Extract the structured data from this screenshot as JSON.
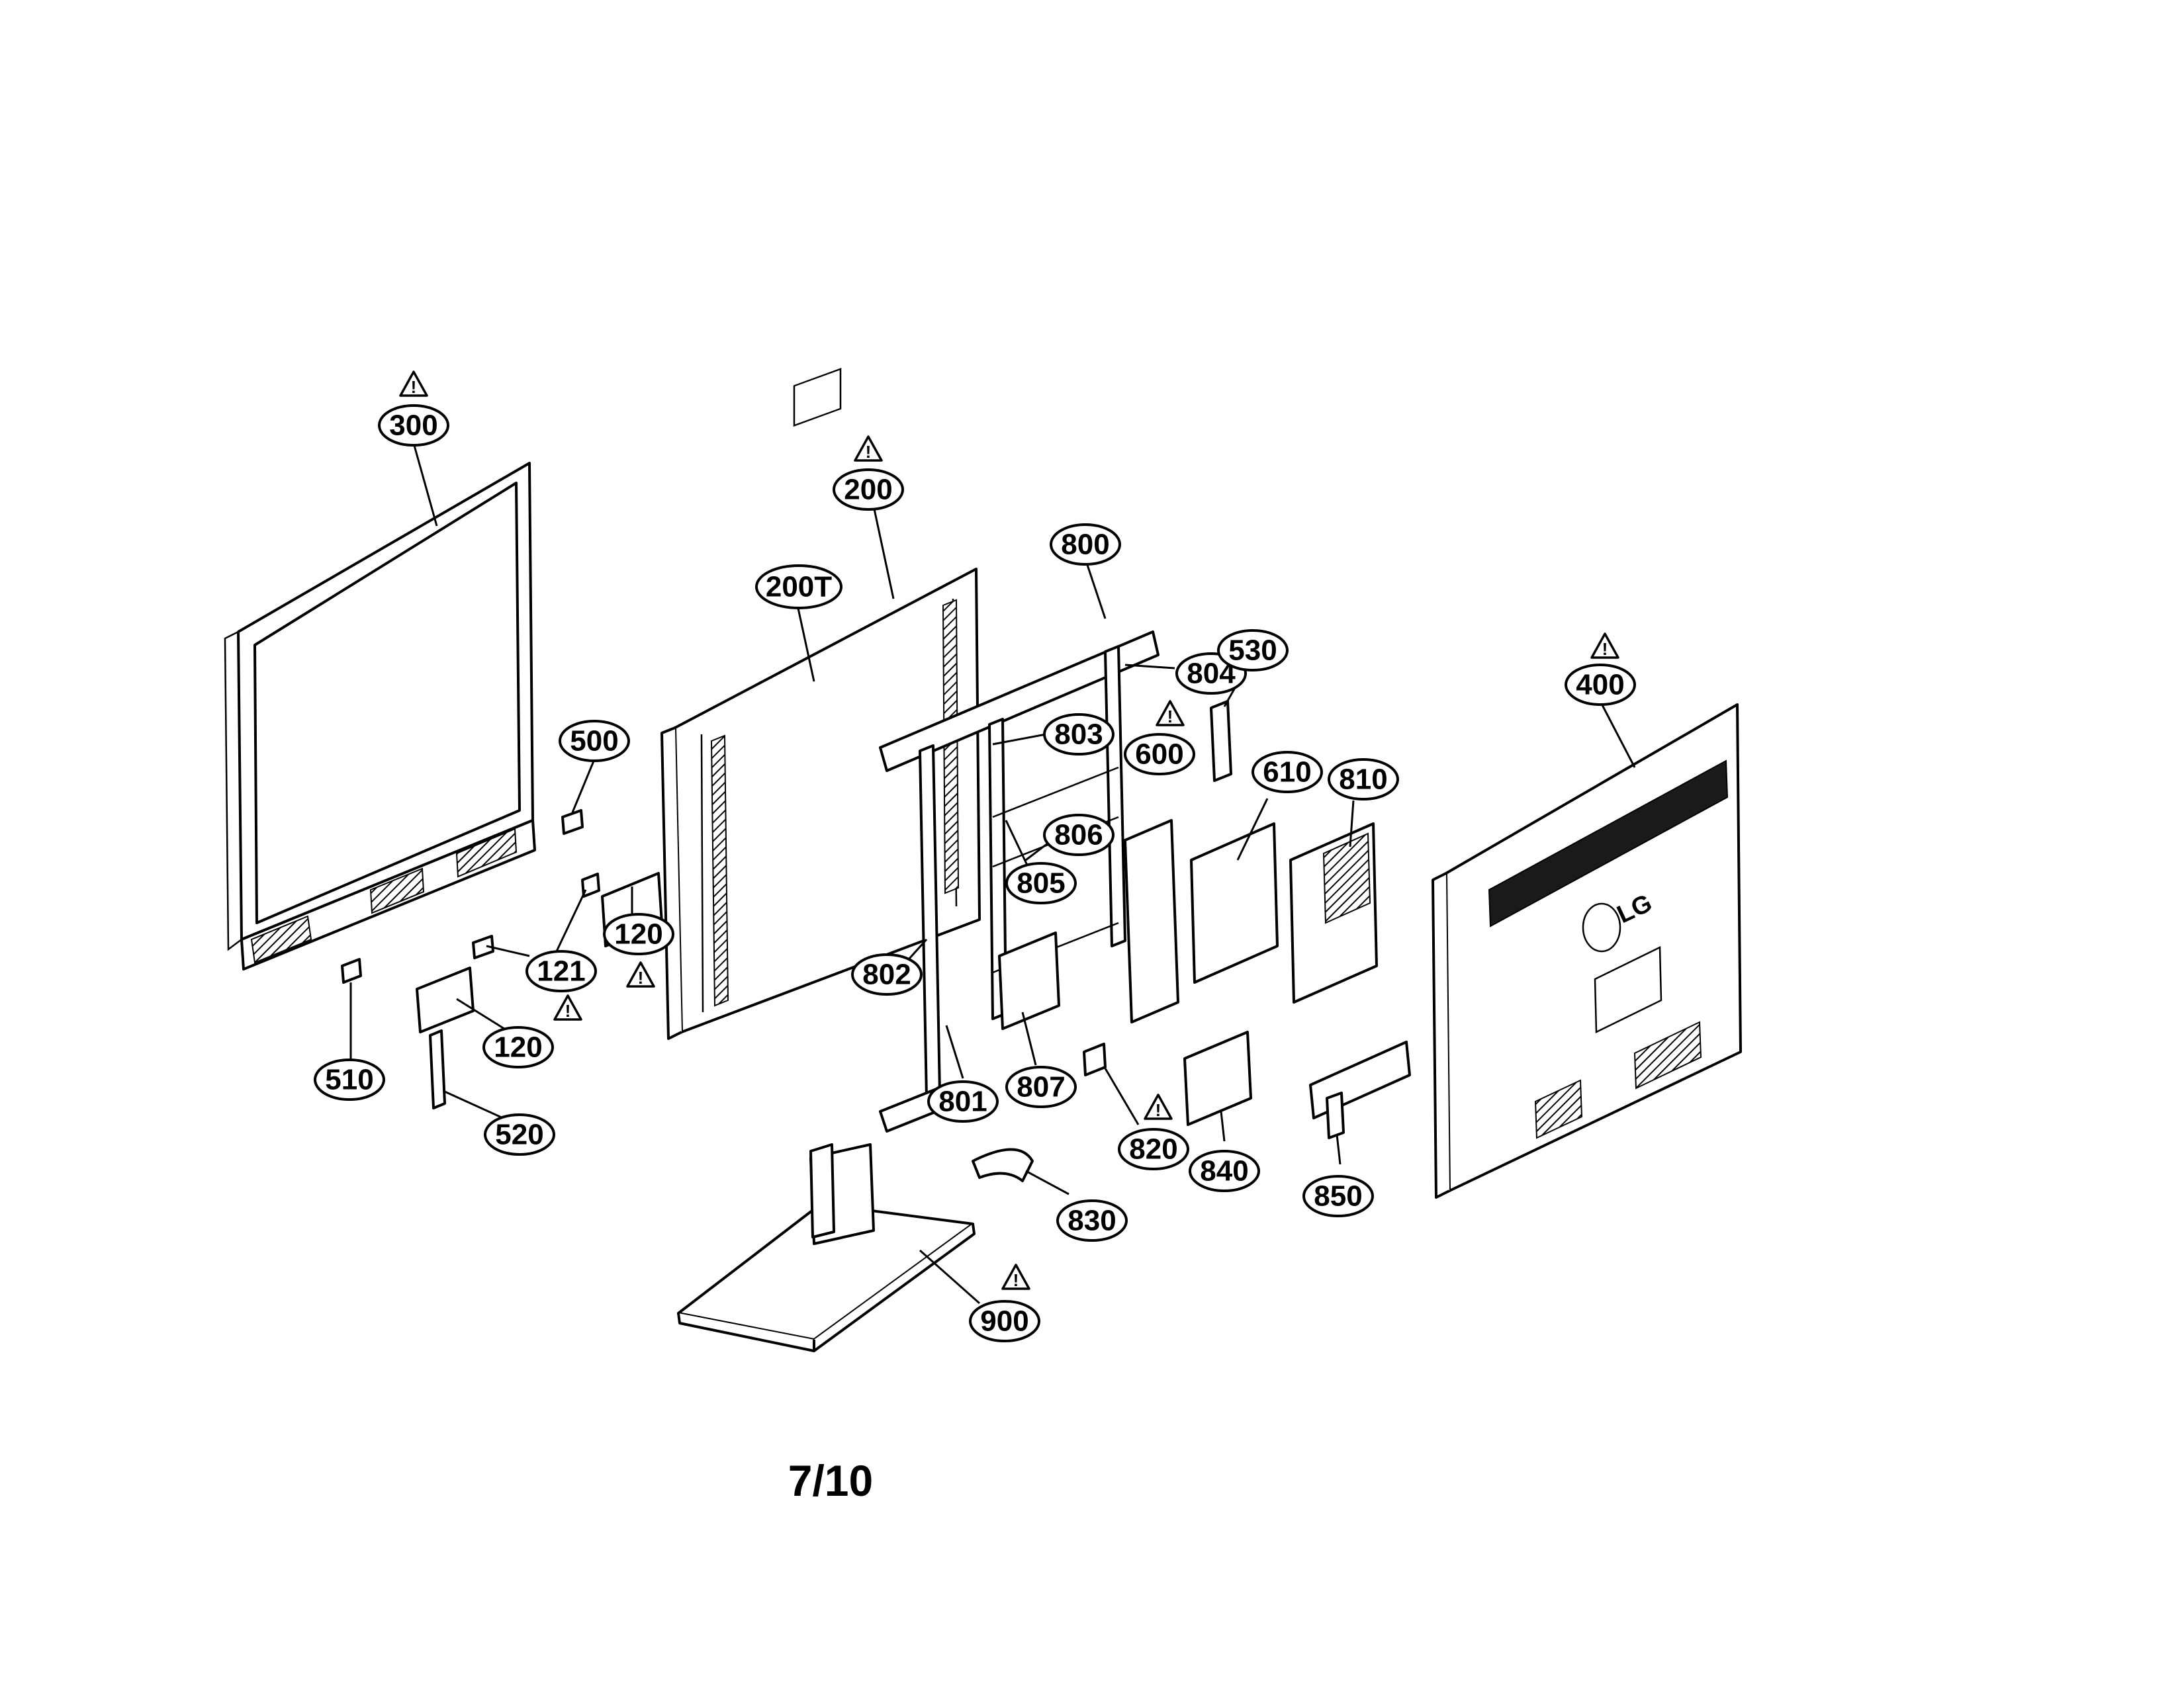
{
  "page": {
    "number_label": "7/10"
  },
  "brand": {
    "logo_text": "LG"
  },
  "callouts": [
    {
      "id": "300",
      "label": "300"
    },
    {
      "id": "200",
      "label": "200"
    },
    {
      "id": "200T",
      "label": "200T"
    },
    {
      "id": "800",
      "label": "800"
    },
    {
      "id": "804",
      "label": "804"
    },
    {
      "id": "530",
      "label": "530"
    },
    {
      "id": "400",
      "label": "400"
    },
    {
      "id": "500",
      "label": "500"
    },
    {
      "id": "803",
      "label": "803"
    },
    {
      "id": "600",
      "label": "600"
    },
    {
      "id": "610",
      "label": "610"
    },
    {
      "id": "810",
      "label": "810"
    },
    {
      "id": "806",
      "label": "806"
    },
    {
      "id": "805",
      "label": "805"
    },
    {
      "id": "120a",
      "label": "120"
    },
    {
      "id": "121",
      "label": "121"
    },
    {
      "id": "802",
      "label": "802"
    },
    {
      "id": "120b",
      "label": "120"
    },
    {
      "id": "510",
      "label": "510"
    },
    {
      "id": "801",
      "label": "801"
    },
    {
      "id": "807",
      "label": "807"
    },
    {
      "id": "520",
      "label": "520"
    },
    {
      "id": "820",
      "label": "820"
    },
    {
      "id": "840",
      "label": "840"
    },
    {
      "id": "850",
      "label": "850"
    },
    {
      "id": "830",
      "label": "830"
    },
    {
      "id": "900",
      "label": "900"
    }
  ],
  "warning_symbols": [
    {
      "id": "w300",
      "mark": "!"
    },
    {
      "id": "w200",
      "mark": "!"
    },
    {
      "id": "w400",
      "mark": "!"
    },
    {
      "id": "w600",
      "mark": "!"
    },
    {
      "id": "w120",
      "mark": "!"
    },
    {
      "id": "w121",
      "mark": "!"
    },
    {
      "id": "w820",
      "mark": "!"
    },
    {
      "id": "w900",
      "mark": "!"
    }
  ]
}
